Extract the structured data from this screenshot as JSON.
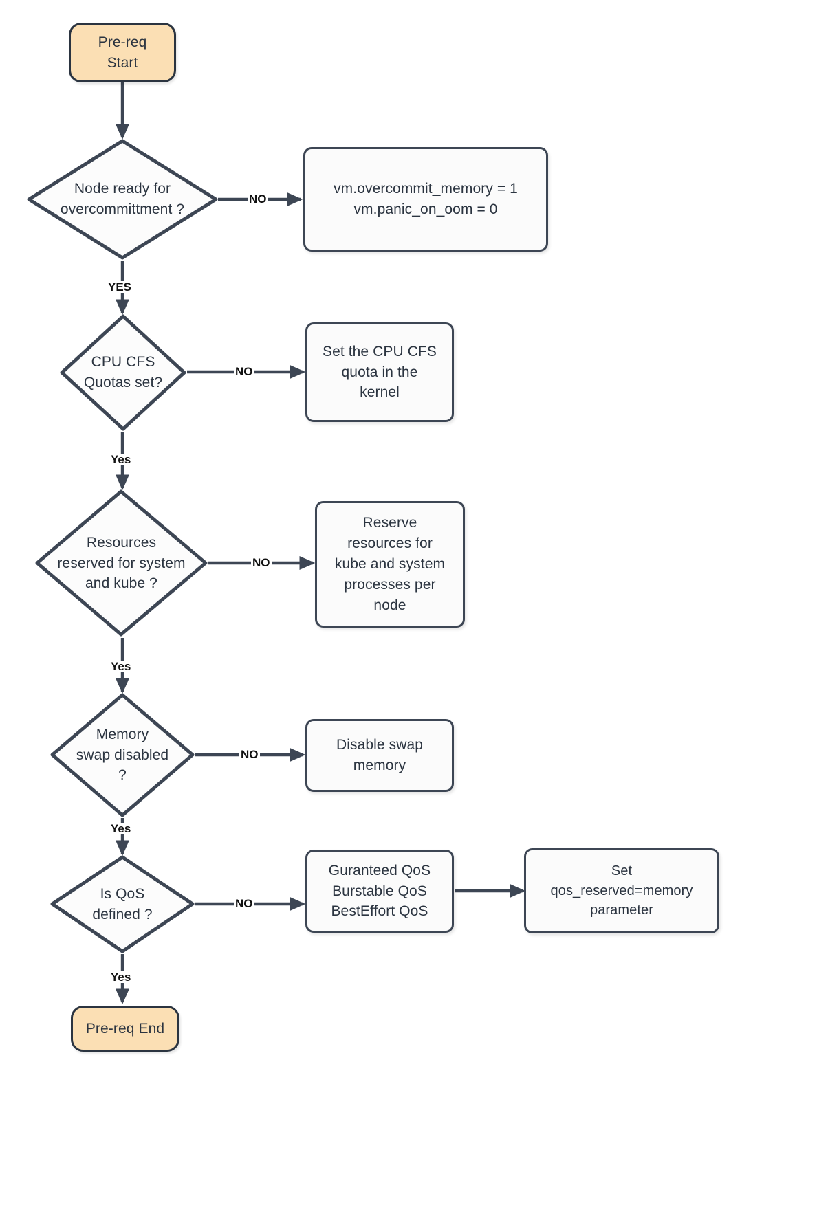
{
  "diagram": {
    "title": "Kubernetes node over-commitment pre-requisite checklist flowchart",
    "colors": {
      "terminator_fill": "#fbdfb4",
      "terminator_stroke": "#2b3440",
      "process_fill": "#fbfbfb",
      "process_stroke": "#3d4654",
      "decision_fill": "#fcfcfc",
      "decision_stroke": "#3d4654",
      "edge_stroke": "#3d4654",
      "text": "#2b3440",
      "label_text": "#111111",
      "background": "#ffffff"
    },
    "nodes": {
      "start": {
        "type": "terminator",
        "label": "Pre-req\nStart"
      },
      "d1": {
        "type": "decision",
        "label": "Node ready for\novercommittment ?"
      },
      "p1": {
        "type": "process",
        "label": "vm.overcommit_memory = 1\nvm.panic_on_oom = 0"
      },
      "d2": {
        "type": "decision",
        "label": "CPU CFS\nQuotas set?"
      },
      "p2": {
        "type": "process",
        "label": "Set the CPU CFS\nquota in the\nkernel"
      },
      "d3": {
        "type": "decision",
        "label": "Resources\nreserved for system\nand kube ?"
      },
      "p3": {
        "type": "process",
        "label": "Reserve\nresources for\nkube and system\nprocesses per\nnode"
      },
      "d4": {
        "type": "decision",
        "label": "Memory\nswap disabled\n?"
      },
      "p4": {
        "type": "process",
        "label": "Disable swap\nmemory"
      },
      "d5": {
        "type": "decision",
        "label": "Is QoS\ndefined ?"
      },
      "p5": {
        "type": "process",
        "label": "Guranteed QoS\nBurstable QoS\nBestEffort QoS"
      },
      "p6": {
        "type": "process",
        "label": "Set\nqos_reserved=memory\nparameter"
      },
      "end": {
        "type": "terminator",
        "label": "Pre-req End"
      }
    },
    "edge_labels": {
      "d1_no": "NO",
      "d1_yes": "YES",
      "d2_no": "NO",
      "d2_yes": "Yes",
      "d3_no": "NO",
      "d3_yes": "Yes",
      "d4_no": "NO",
      "d4_yes": "Yes",
      "d5_no": "NO",
      "d5_yes": "Yes"
    }
  }
}
